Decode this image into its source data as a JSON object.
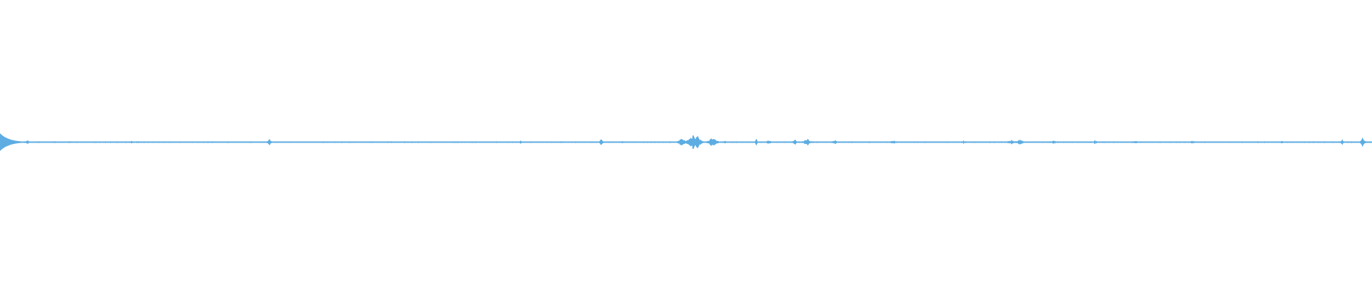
{
  "waveform": {
    "color": "#5dade2",
    "baseline_amplitude": 0.006,
    "peaks": [
      {
        "t": 0.0,
        "amp": 0.06,
        "width": 0.004
      },
      {
        "t": 0.004,
        "amp": 0.035,
        "width": 0.006
      },
      {
        "t": 0.02,
        "amp": 0.012,
        "width": 0.003
      },
      {
        "t": 0.096,
        "amp": 0.01,
        "width": 0.002
      },
      {
        "t": 0.196,
        "amp": 0.035,
        "width": 0.001
      },
      {
        "t": 0.379,
        "amp": 0.015,
        "width": 0.001
      },
      {
        "t": 0.438,
        "amp": 0.03,
        "width": 0.001
      },
      {
        "t": 0.453,
        "amp": 0.01,
        "width": 0.002
      },
      {
        "t": 0.497,
        "amp": 0.04,
        "width": 0.002
      },
      {
        "t": 0.505,
        "amp": 0.055,
        "width": 0.003
      },
      {
        "t": 0.508,
        "amp": 0.065,
        "width": 0.002
      },
      {
        "t": 0.519,
        "amp": 0.035,
        "width": 0.003
      },
      {
        "t": 0.528,
        "amp": 0.012,
        "width": 0.002
      },
      {
        "t": 0.551,
        "amp": 0.025,
        "width": 0.001
      },
      {
        "t": 0.56,
        "amp": 0.015,
        "width": 0.002
      },
      {
        "t": 0.579,
        "amp": 0.03,
        "width": 0.001
      },
      {
        "t": 0.588,
        "amp": 0.03,
        "width": 0.002
      },
      {
        "t": 0.608,
        "amp": 0.015,
        "width": 0.003
      },
      {
        "t": 0.651,
        "amp": 0.012,
        "width": 0.003
      },
      {
        "t": 0.702,
        "amp": 0.012,
        "width": 0.002
      },
      {
        "t": 0.737,
        "amp": 0.015,
        "width": 0.004
      },
      {
        "t": 0.743,
        "amp": 0.02,
        "width": 0.003
      },
      {
        "t": 0.768,
        "amp": 0.015,
        "width": 0.002
      },
      {
        "t": 0.798,
        "amp": 0.015,
        "width": 0.002
      },
      {
        "t": 0.827,
        "amp": 0.01,
        "width": 0.004
      },
      {
        "t": 0.869,
        "amp": 0.01,
        "width": 0.003
      },
      {
        "t": 0.934,
        "amp": 0.01,
        "width": 0.003
      },
      {
        "t": 0.978,
        "amp": 0.025,
        "width": 0.001
      },
      {
        "t": 0.993,
        "amp": 0.045,
        "width": 0.001
      }
    ]
  }
}
